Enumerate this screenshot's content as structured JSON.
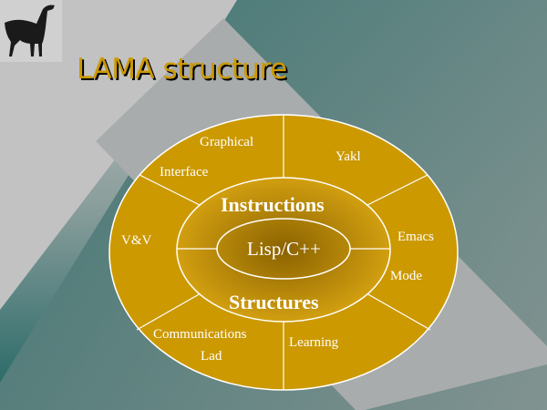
{
  "slide": {
    "title": "LAMA structure",
    "logo": "llama-image"
  },
  "diagram": {
    "core": "Lisp/C++",
    "inner_top": "Instructions",
    "inner_bottom": "Structures",
    "outer": {
      "graphical": "Graphical",
      "interface": "Interface",
      "yakl": "Yakl",
      "emacs": "Emacs",
      "mode": "Mode",
      "vv": "V&V",
      "communications": "Communications",
      "lad": "Lad",
      "learning": "Learning"
    }
  },
  "colors": {
    "accent": "#cc9900",
    "teal": "#2f6b68",
    "gray": "#c0c0c0"
  }
}
